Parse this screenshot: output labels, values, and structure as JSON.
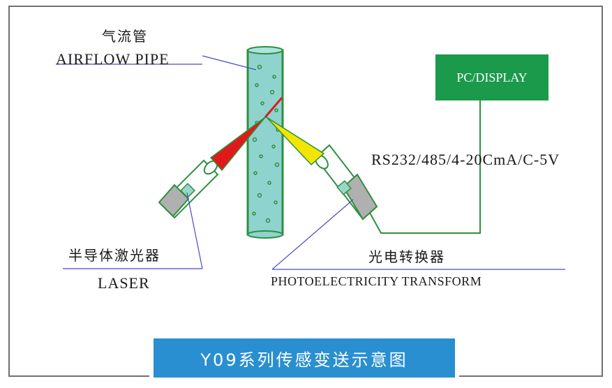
{
  "labels": {
    "pipe_cn": "气流管",
    "pipe_en": "AIRFLOW PIPE",
    "laser_cn": "半导体激光器",
    "laser_en": "LASER",
    "detector_cn": "光电转换器",
    "detector_en": "PHOTOELECTRICITY TRANSFORM",
    "signal": "RS232/485/4-20CmA/C-5V",
    "display": "PC/DISPLAY"
  },
  "title": "Y09系列传感变送示意图",
  "colors": {
    "pipe_fill": "#8fd3cf",
    "pipe_stroke": "#2f8f3f",
    "display_bg": "#1a9a4a",
    "title_bg": "#2a8fd0",
    "laser_beam": "#e01a1a",
    "detector_beam": "#f2e600",
    "leader_line": "#4a4ac8",
    "wire": "#2f8f3f",
    "frame": "#6f6f6f"
  }
}
